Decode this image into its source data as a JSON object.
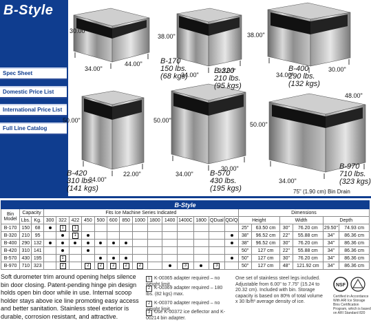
{
  "brand": {
    "title": "B-Style"
  },
  "sidebar": {
    "items": [
      {
        "label": "Spec Sheet"
      },
      {
        "label": "Domestic Price List"
      },
      {
        "label": "International Price List"
      },
      {
        "label": "Full Line Catalog"
      }
    ]
  },
  "bins": [
    {
      "model": "B-170",
      "weight_lbs": "150 lbs.",
      "weight_kg": "(68 kgs)",
      "dims": [
        "30.00\"",
        "34.00\"",
        "44.00\""
      ]
    },
    {
      "model": "B-320",
      "weight_lbs": "210 lbs.",
      "weight_kg": "(95 kgs)",
      "dims": [
        "38.00\"",
        "34.00\"",
        "22.00\""
      ]
    },
    {
      "model": "B-400",
      "weight_lbs": "290 lbs.",
      "weight_kg": "(132 kgs)",
      "dims": [
        "38.00\"",
        "34.00\"",
        "30.00\""
      ]
    },
    {
      "model": "B-420",
      "weight_lbs": "310 lbs.",
      "weight_kg": "(141 kgs)",
      "dims": [
        "50.00\"",
        "34.00\"",
        "22.00\""
      ]
    },
    {
      "model": "B-570",
      "weight_lbs": "430 lbs.",
      "weight_kg": "(195 kgs)",
      "dims": [
        "50.00\"",
        "34.00\"",
        "30.00\""
      ]
    },
    {
      "model": "B-970",
      "weight_lbs": "710 lbs.",
      "weight_kg": "(323 kgs)",
      "dims": [
        "50.00\"",
        "34.00\"",
        "48.00\""
      ]
    }
  ],
  "drain_note": "75\" (1.90 cm) Bin Drain",
  "table": {
    "title": "B-Style",
    "headers": {
      "bin_model": "Bin Model",
      "capacity": "Capacity",
      "lbs": "Lbs.",
      "kg": "Kg.",
      "fits": "Fits Ice Machine Series Indicated",
      "dimensions": "Dimensions",
      "height": "Height",
      "width": "Width",
      "depth": "Depth",
      "series": [
        "300",
        "322",
        "422",
        "450",
        "500",
        "600",
        "850",
        "1000",
        "1800",
        "1400",
        "1400C",
        "1800",
        "QDual",
        "QD/QF"
      ]
    },
    "rows": [
      {
        "model": "B-170",
        "lbs": "150",
        "kg": "68",
        "fits": [
          "dot",
          "1",
          "1",
          "",
          "",
          "",
          "",
          "",
          "",
          "",
          "",
          "",
          "",
          ""
        ],
        "h_in": "25\"",
        "h_cm": "63.50 cm",
        "w_in": "30\"",
        "w_cm": "76.20 cm",
        "d_in": "29.50\"",
        "d_cm": "74.93 cm"
      },
      {
        "model": "B-320",
        "lbs": "210",
        "kg": "95",
        "fits": [
          "",
          "dot",
          "1",
          "dot",
          "",
          "",
          "",
          "",
          "",
          "",
          "",
          "",
          "",
          "dot"
        ],
        "h_in": "38\"",
        "h_cm": "96.52 cm",
        "w_in": "22\"",
        "w_cm": "55.88 cm",
        "d_in": "34\"",
        "d_cm": "86.36 cm"
      },
      {
        "model": "B-400",
        "lbs": "290",
        "kg": "132",
        "fits": [
          "dot",
          "dot",
          "dot",
          "dot",
          "dot",
          "dot",
          "dot",
          "",
          "",
          "",
          "",
          "",
          "",
          "dot"
        ],
        "h_in": "38\"",
        "h_cm": "96.52 cm",
        "w_in": "30\"",
        "w_cm": "76.20 cm",
        "d_in": "34\"",
        "d_cm": "86.36 cm"
      },
      {
        "model": "B-420",
        "lbs": "310",
        "kg": "141",
        "fits": [
          "",
          "dot",
          "",
          "dot",
          "",
          "",
          "",
          "",
          "",
          "",
          "",
          "",
          "",
          ""
        ],
        "h_in": "50\"",
        "h_cm": "127 cm",
        "w_in": "22\"",
        "w_cm": "55.88 cm",
        "d_in": "34\"",
        "d_cm": "86.36 cm"
      },
      {
        "model": "B-570",
        "lbs": "430",
        "kg": "195",
        "fits": [
          "",
          "1",
          "",
          "",
          "dot",
          "dot",
          "dot",
          "",
          "",
          "",
          "",
          "",
          "",
          "dot"
        ],
        "h_in": "50\"",
        "h_cm": "127 cm",
        "w_in": "30\"",
        "w_cm": "76.20 cm",
        "d_in": "34\"",
        "d_cm": "86.36 cm"
      },
      {
        "model": "B-970",
        "lbs": "710",
        "kg": "323",
        "fits": [
          "",
          "2",
          "",
          "2",
          "2",
          "2",
          "2",
          "2",
          "",
          "dot",
          "3",
          "dot",
          "3",
          ""
        ],
        "h_in": "50\"",
        "h_cm": "127 cm",
        "w_in": "48\"",
        "w_cm": "121.92 cm",
        "d_in": "34\"",
        "d_cm": "86.36 cm"
      }
    ]
  },
  "footer": {
    "description": "Soft durometer trim around opening helps silence bin door closing. Patent-pending hinge pin design holds open bin door while in use. Internal scoop holder stays above ice line promoting easy access and better sanitation. Stainless steel exterior is durable, corrosion resistant, and attractive.",
    "notes": [
      {
        "num": "1",
        "text": "K-00365 adapter required – no weight limit."
      },
      {
        "num": "2",
        "text": "K-00369 adapter required – 180 lbs. (82 kgs) max."
      },
      {
        "num": "2",
        "text": "K-00370 adapter required – no weight limit."
      },
      {
        "num": "3",
        "text": "Use K-00372 ice deflector and K-00214 bin adapter."
      }
    ],
    "legs_note": "One set of stainless steel legs included. Adjustable from 6.00\" to 7.75\" (15.24 to 20.32 cm). Included with bin. Storage capacity is based on 80% of total volume x 30 lb/ft³ average density of ice.",
    "nsf_label": "NSF",
    "cert_text": "Certified in Accordance With ARI Ice Storage Bins Certification Program, which is based on ARI Standard 820"
  },
  "colors": {
    "brand_blue": "#0f3d8f",
    "photo_bg": "#ffffff"
  }
}
